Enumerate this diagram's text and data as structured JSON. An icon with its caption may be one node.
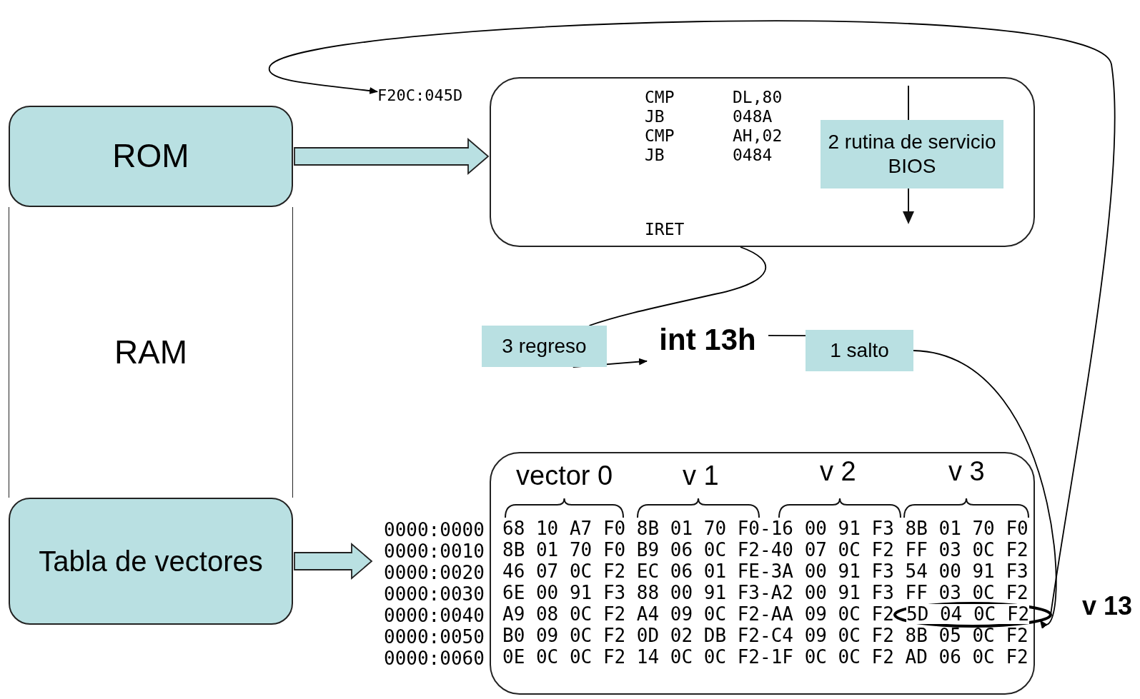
{
  "diagram": {
    "nodes": [
      {
        "text": [
          "ROM"
        ]
      },
      {
        "text": [
          "RAM"
        ]
      },
      {
        "text": [
          "Tabla de vectores"
        ]
      },
      {
        "text": [
          "F20C:045D"
        ]
      },
      {
        "text": [
          "CMP",
          "DL,80",
          "JB",
          "048A",
          "CMP",
          "AH,02",
          "JB",
          "0484",
          "IRET"
        ]
      },
      {
        "text": [
          "2 rutina de servicio BIOS"
        ],
        "in": 4
      },
      {
        "text": [
          "int 13h"
        ]
      },
      {
        "text": [
          "1 salto"
        ]
      },
      {
        "text": [
          "3 regreso"
        ]
      },
      {
        "text": [
          "vector 0",
          "v 1",
          "v 2",
          "v 3"
        ],
        "beside": [
          "0000:0000",
          "0000:0010",
          "0000:0020",
          "0000:0030",
          "0000:0040",
          "0000:0050",
          "0000:0060"
        ]
      },
      {
        "text": [
          "5D 04 0C F2"
        ],
        "beside": [
          "v 13"
        ]
      }
    ],
    "edges": [
      {
        "from": 0,
        "to": 4,
        "arrow": "to"
      },
      {
        "from": 2,
        "to": 9,
        "arrow": "to"
      },
      {
        "from": 6,
        "to": 7,
        "arrow": "none"
      },
      {
        "from": 7,
        "to": 10,
        "arrow": "to"
      },
      {
        "from": 10,
        "to": 3,
        "arrow": "to"
      },
      {
        "from": 4,
        "to": 8,
        "arrow": "none"
      },
      {
        "from": 8,
        "to": 6,
        "arrow": "to"
      }
    ],
    "labels": [
      "68 10 A7 F0 8B 01 70 F0-16 00 91 F3 8B 01 70 F0",
      "8B 01 70 F0 B9 06 0C F2-40 07 0C F2 FF 03 0C F2",
      "46 07 0C F2 EC 06 01 FE-3A 00 91 F3 54 00 91 F3",
      "6E 00 91 F3 88 00 91 F3-A2 00 91 F3 FF 03 0C F2",
      "A9 08 0C F2 A4 09 0C F2-AA 09 0C F2",
      "B0 09 0C F2 0D 02 DB F2-C4 09 0C F2 8B 05 0C F2",
      "0E 0C 0C F2 14 0C 0C F2-1F 0C 0C F2 AD 06 0C F2"
    ]
  }
}
